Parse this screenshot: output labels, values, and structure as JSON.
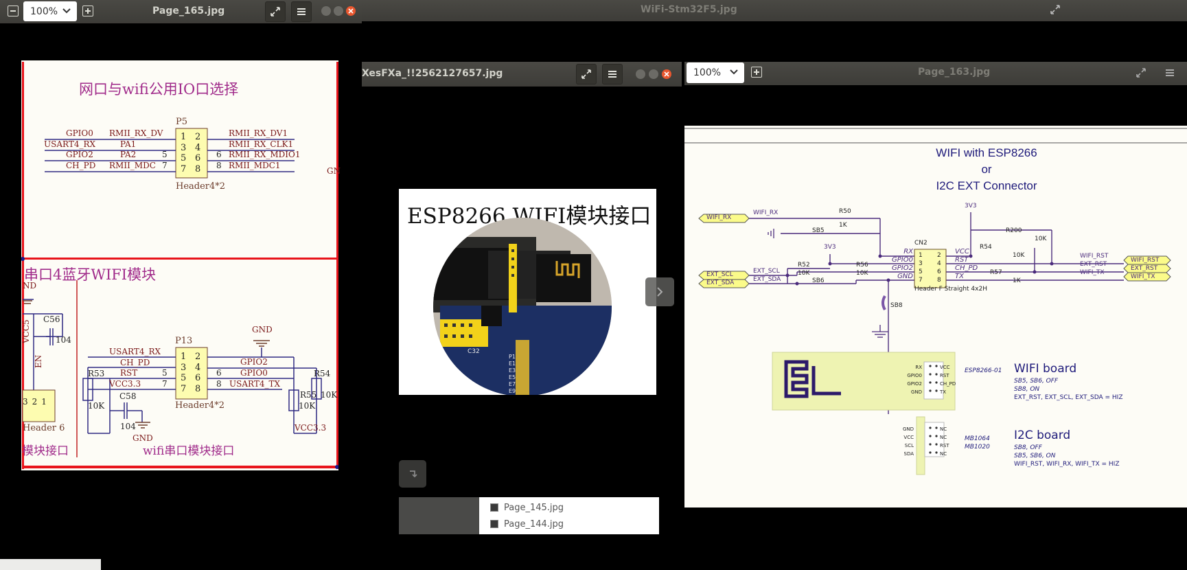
{
  "windows": {
    "back": {
      "title": "WiFi-Stm32F5.jpg"
    },
    "left": {
      "title": "Page_165.jpg",
      "zoom": "100%"
    },
    "middle": {
      "title": "XesFXa_!!2562127657.jpg"
    },
    "right": {
      "title": "Page_163.jpg",
      "zoom": "100%"
    }
  },
  "left_schematic": {
    "heading_top": "网口与wifi公用IO口选择",
    "p5": {
      "ref": "P5",
      "footprint": "Header4*2",
      "pins_left": [
        "1",
        "3",
        "5",
        "7"
      ],
      "pins_right": [
        "2",
        "4",
        "6",
        "8"
      ],
      "left_a": [
        "GPIO0",
        "USART4_RX",
        "GPIO2",
        "CH_PD"
      ],
      "left_b": [
        "RMII_RX_DV",
        "PA1",
        "PA2",
        "RMII_MDC"
      ],
      "left_num": [
        "",
        "",
        "5",
        "7"
      ],
      "right_num": [
        "",
        "",
        "6",
        "8"
      ],
      "right": [
        "RMII_RX_DV1",
        "RMII_RX_CLK1",
        "RMII_RX_MDIO1",
        "RMII_MDC1"
      ],
      "edge_label": "GN"
    },
    "heading_bottom": "串口4蓝牙WIFI模块",
    "left_part": {
      "nd": "ND",
      "c56": "C56",
      "c56_val": "104",
      "vcc": "VCC5",
      "en": "EN",
      "header_pins": [
        "3",
        "2",
        "1"
      ],
      "header_name": "Header 6",
      "bottom_label": "模块接口"
    },
    "p13": {
      "ref": "P13",
      "footprint": "Header4*2",
      "pins_left": [
        "1",
        "3",
        "5",
        "7"
      ],
      "pins_right": [
        "2",
        "4",
        "6",
        "8"
      ],
      "left": [
        "USART4_RX",
        "CH_PD",
        "RST",
        "VCC3.3"
      ],
      "left_num": [
        "",
        "",
        "5",
        "7"
      ],
      "right_num": [
        "",
        "",
        "6",
        "8"
      ],
      "right": [
        "GPIO2",
        "GPIO0",
        "USART4_TX"
      ],
      "r53": "R53",
      "r53_val": "10K",
      "c58": "C58",
      "c58_val": "104",
      "gnd_top": "GND",
      "gnd_bottom": "GND",
      "r54": "R54",
      "r55": "R55",
      "r55_val": "10K",
      "r54_val": "10K",
      "vcc": "VCC3.3",
      "caption": "wifi串口模块接口"
    }
  },
  "middle_image": {
    "caption": "ESP8266 WIFI模块接口",
    "pcb_labels": [
      "C32",
      "P1",
      "E1",
      "E3",
      "E5",
      "E7",
      "E9"
    ]
  },
  "file_list": [
    "Page_145.jpg",
    "Page_144.jpg"
  ],
  "right_schematic": {
    "title_lines": [
      "WIFI with ESP8266",
      "or",
      "I2C EXT Connector"
    ],
    "net_3v3_a": "3V3",
    "net_3v3_b": "3V3",
    "r50": "R50",
    "r50_val": "1K",
    "r200": "R200",
    "r200_val": "10K",
    "r54": "R54",
    "r54_val": "10K",
    "r52": "R52",
    "r52_val": "10K",
    "r56": "R56",
    "r56_val": "10K",
    "r57": "R57",
    "r57_val": "1K",
    "sb5": "SB5",
    "sb6": "SB6",
    "sb8": "SB8",
    "cn2": "CN2",
    "cn2_footprint": "Header F Straight 4x2H",
    "cn2_pins_left": [
      "1",
      "3",
      "5",
      "7"
    ],
    "cn2_pins_right": [
      "2",
      "4",
      "6",
      "8"
    ],
    "cn2_left_signals": [
      "RX",
      "GPIO0",
      "GPIO2",
      "GND"
    ],
    "cn2_right_signals": [
      "VCC",
      "RST",
      "CH_PD",
      "TX"
    ],
    "wifi_rx_tag": "WIFI_RX",
    "wifi_rx_net": "WIFI_RX",
    "ext_scl_tag": "EXT_SCL",
    "ext_sda_tag": "EXT_SDA",
    "ext_scl_net": "EXT_SCL",
    "ext_sda_net": "EXT_SDA",
    "right_nets": [
      "WIFI_RST",
      "EXT_RST",
      "WIFI_TX"
    ],
    "right_tags": [
      "WIFI_RST",
      "EXT_RST",
      "WIFI_TX"
    ],
    "wifi_board": {
      "title": "WIFI board",
      "module": "ESP8266-01",
      "pins_left": [
        "RX",
        "GPIO0",
        "GPIO2",
        "GND"
      ],
      "pins_right": [
        "VCC",
        "RST",
        "CH_PD",
        "TX"
      ],
      "notes": [
        "SB5, SB6, OFF",
        "SB8, ON",
        "EXT_RST, EXT_SCL, EXT_SDA = HIZ"
      ]
    },
    "i2c_board": {
      "title": "I2C board",
      "modules": [
        "MB1064",
        "MB1020"
      ],
      "pins_left": [
        "GND",
        "VCC",
        "SCL",
        "SDA"
      ],
      "pins_right": [
        "NC",
        "NC",
        "RST",
        "NC"
      ],
      "notes": [
        "SB8, OFF",
        "SB5, SB6, ON",
        "WIFI_RST, WIFI_RX, WIFI_TX = HIZ"
      ]
    }
  }
}
